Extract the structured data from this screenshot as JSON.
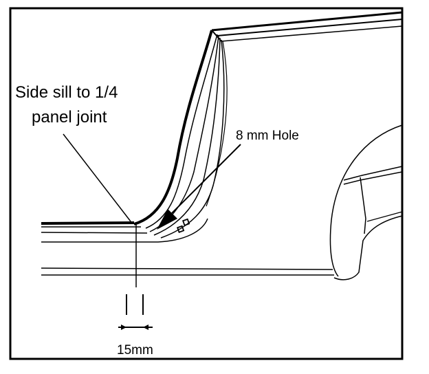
{
  "labels": {
    "joint_line1": "Side sill to 1/4",
    "joint_line2": "panel joint",
    "hole": "8 mm Hole",
    "dimension": "15mm"
  },
  "colors": {
    "ink": "#000000",
    "paper": "#ffffff"
  }
}
